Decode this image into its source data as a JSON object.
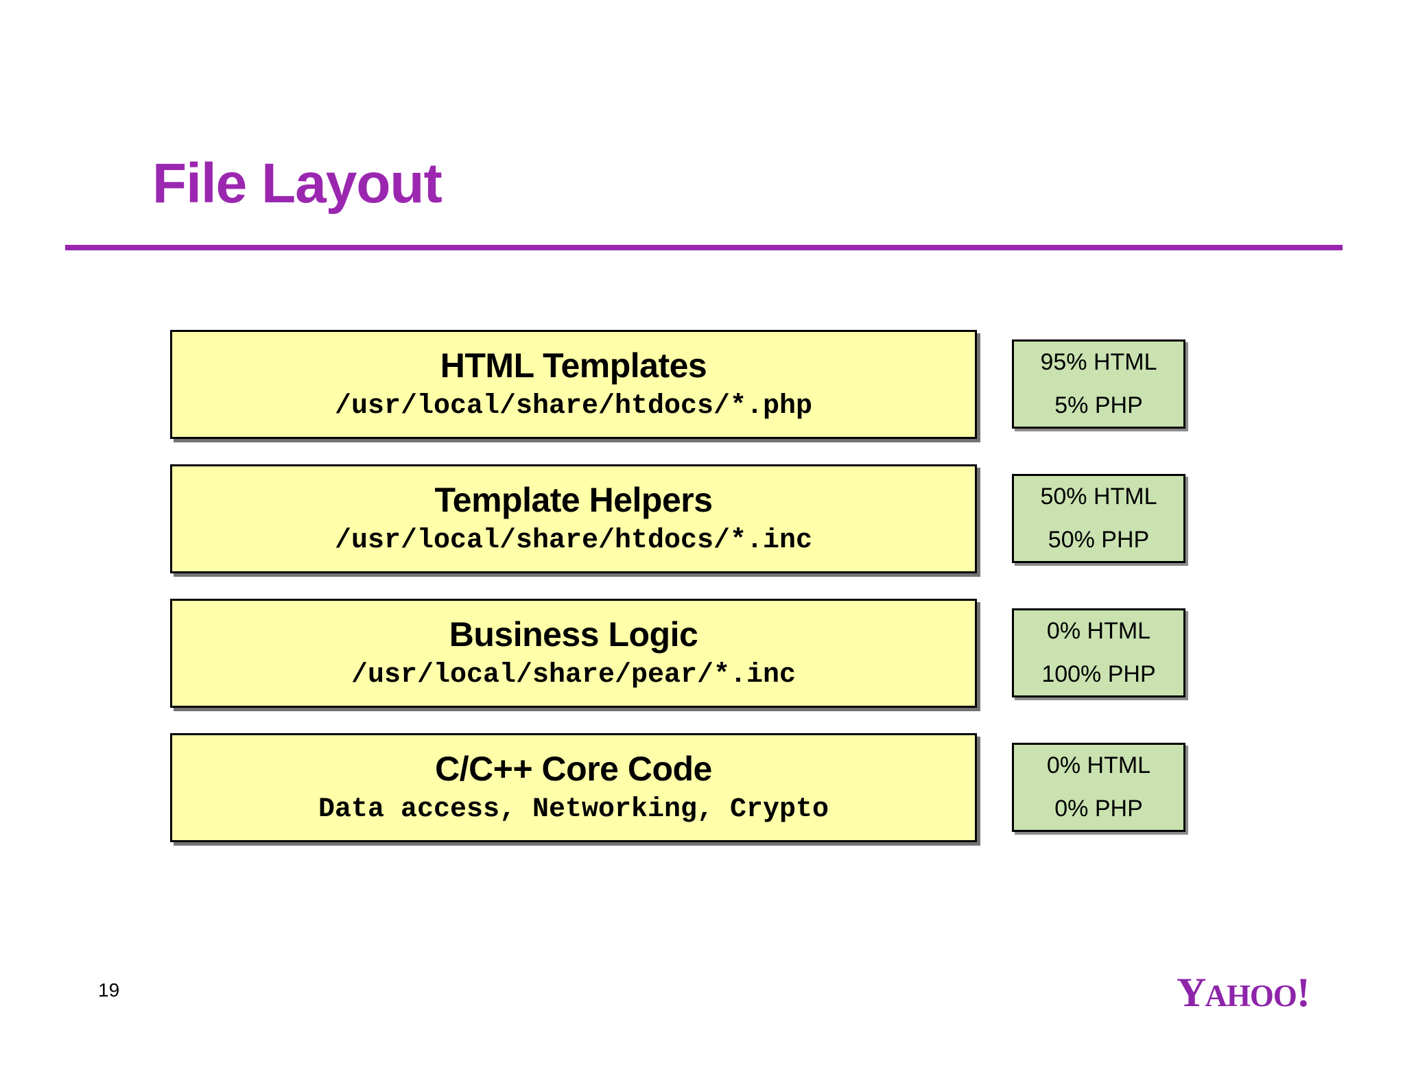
{
  "slide": {
    "title": "File Layout",
    "page_number": "19",
    "accent_color": "#9B27B0",
    "box_fill_color": "#FFFFAA",
    "badge_fill_color": "#C9E2B0",
    "background_color": "#FFFFFF"
  },
  "brand": {
    "name": "YAHOO!",
    "part_y": "Y",
    "part_ahoo": "AHOO",
    "part_bang": "!",
    "color": "#8E24AA"
  },
  "layers": [
    {
      "title": "HTML Templates",
      "path": "/usr/local/share/htdocs/*.php",
      "html_share": "95% HTML",
      "php_share": "5% PHP"
    },
    {
      "title": "Template Helpers",
      "path": "/usr/local/share/htdocs/*.inc",
      "html_share": "50% HTML",
      "php_share": "50% PHP"
    },
    {
      "title": "Business Logic",
      "path": "/usr/local/share/pear/*.inc",
      "html_share": "0% HTML",
      "php_share": "100% PHP"
    },
    {
      "title": "C/C++ Core Code",
      "path": "Data access, Networking, Crypto",
      "html_share": "0% HTML",
      "php_share": "0% PHP"
    }
  ]
}
